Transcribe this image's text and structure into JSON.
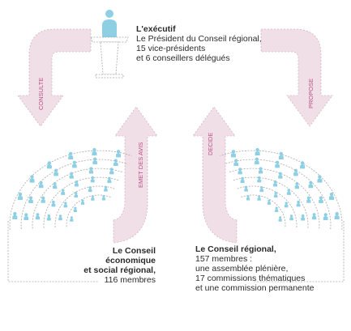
{
  "executif": {
    "title": "L'exécutif",
    "lines": [
      "Le Président du Conseil régional,",
      "15 vice-présidents",
      "et 6 conseillers délégués"
    ]
  },
  "arrows": {
    "consulte": "CONSULTE",
    "propose": "PROPOSE",
    "emet_des_avis": "EMET DES AVIS",
    "decide": "DECIDE"
  },
  "ceser": {
    "title_lines": [
      "Le Conseil",
      "économique",
      "et social régional,"
    ],
    "members": "116 membres"
  },
  "conseil_regional": {
    "title": "Le Conseil régional,",
    "lines": [
      "157 membres :",
      "une assemblée plénière,",
      "17 commissions thématiques",
      "et une  commission permanente"
    ]
  },
  "colors": {
    "arrow_fill": "#f1dfe8",
    "arrow_text": "#b64d80",
    "person": "#8ecfe4",
    "outline": "#a9a9a9"
  }
}
